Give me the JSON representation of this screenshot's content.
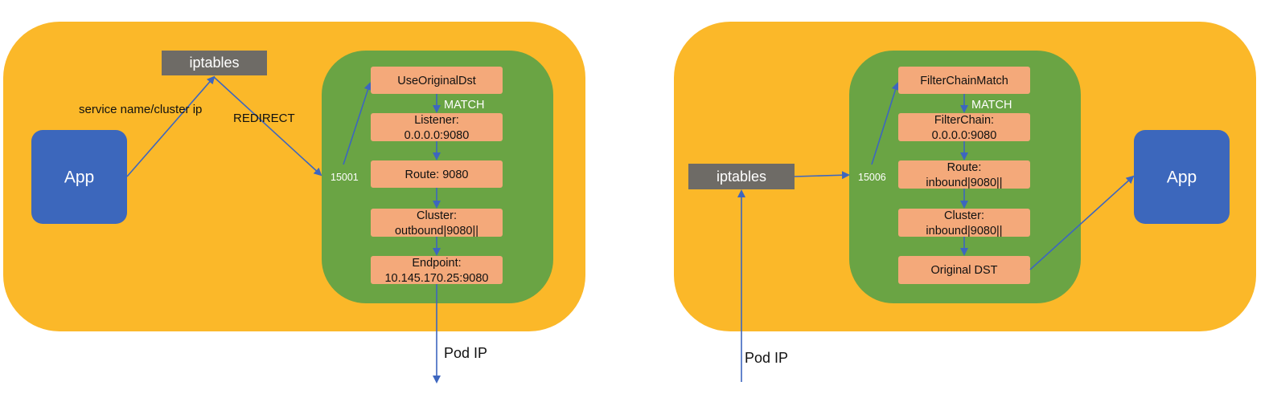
{
  "colors": {
    "pod": "#FBB829",
    "sidecar": "#6AA444",
    "box": "#F4A97A",
    "app": "#3C67BC",
    "iptables": "#6E6B66",
    "arrow": "#3D66BF",
    "white": "#FFFFFF",
    "text": "#111111"
  },
  "outbound": {
    "app": "App",
    "iptables": "iptables",
    "service_label": "service name/cluster ip",
    "redirect_label": "REDIRECT",
    "port": "15001",
    "match_label": "MATCH",
    "boxes": [
      {
        "line1": "UseOriginalDst",
        "line2": ""
      },
      {
        "line1": "Listener:",
        "line2": "0.0.0.0:9080"
      },
      {
        "line1": "Route: 9080",
        "line2": ""
      },
      {
        "line1": "Cluster:",
        "line2": "outbound|9080||"
      },
      {
        "line1": "Endpoint:",
        "line2": "10.145.170.25:9080"
      }
    ],
    "pod_ip_label": "Pod IP"
  },
  "inbound": {
    "app": "App",
    "iptables": "iptables",
    "port": "15006",
    "match_label": "MATCH",
    "boxes": [
      {
        "line1": "FilterChainMatch",
        "line2": ""
      },
      {
        "line1": "FilterChain:",
        "line2": "0.0.0.0:9080"
      },
      {
        "line1": "Route:",
        "line2": "inbound|9080||"
      },
      {
        "line1": "Cluster:",
        "line2": "inbound|9080||"
      },
      {
        "line1": "Original DST",
        "line2": ""
      }
    ],
    "pod_ip_label": "Pod IP"
  }
}
